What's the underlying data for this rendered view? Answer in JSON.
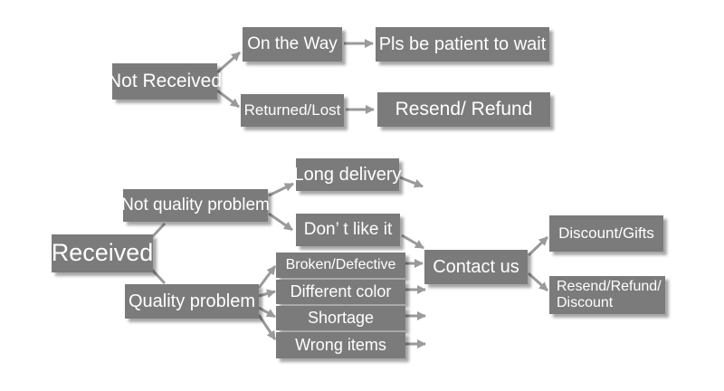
{
  "colors": {
    "box": "#7b7b7b",
    "text": "#ffffff",
    "arrow": "#9a9a9a",
    "background": "#ffffff"
  },
  "nodes": {
    "not_received": "Not Received",
    "on_the_way": "On the Way",
    "pls_wait": "Pls be patient to wait",
    "returned_lost": "Returned/Lost",
    "resend_refund": "Resend/ Refund",
    "received": "Received",
    "not_quality_problem": "Not quality problem",
    "long_delivery": "Long delivery",
    "dont_like_it": "Don’ t like it",
    "quality_problem": "Quality problem",
    "broken_defective": "Broken/Defective",
    "different_color": "Different color",
    "shortage": "Shortage",
    "wrong_items": "Wrong items",
    "contact_us": "Contact us",
    "discount_gifts": "Discount/Gifts",
    "resend_refund_discount_line1": "Resend/Refund/",
    "resend_refund_discount_line2": "Discount"
  }
}
